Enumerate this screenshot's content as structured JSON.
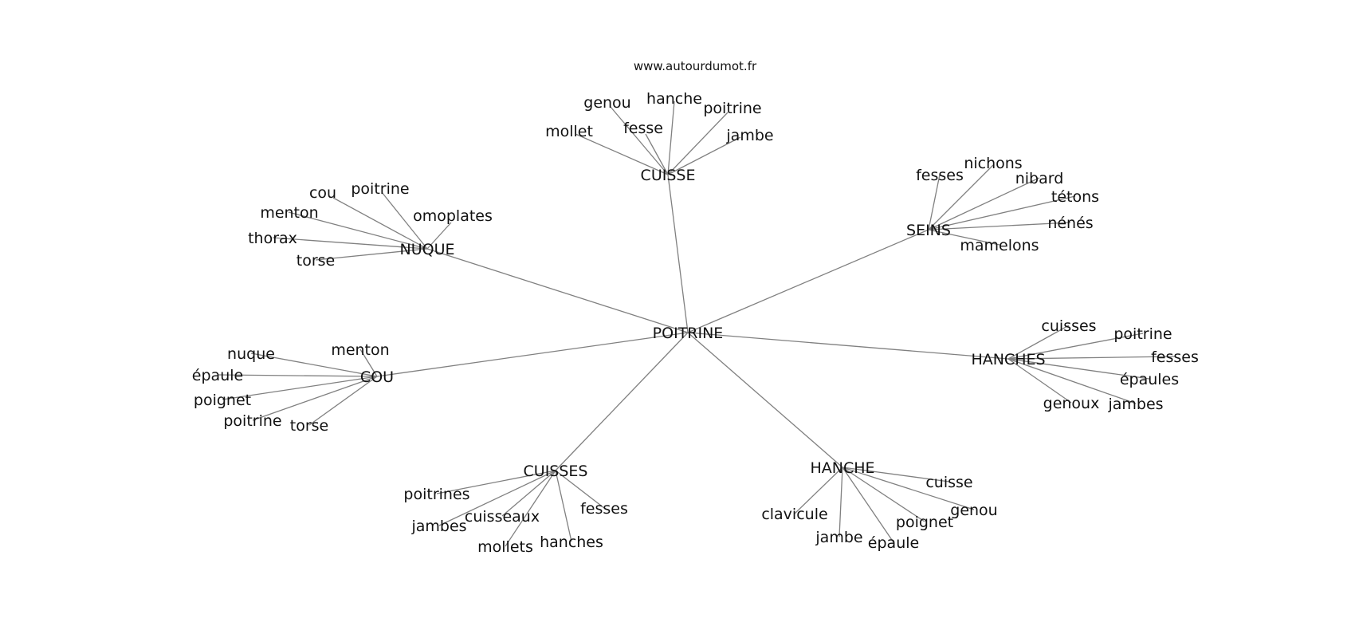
{
  "source_url": "www.autourdumot.fr",
  "center": "POITRINE",
  "groups": [
    {
      "id": "cuisse",
      "label": "CUISSE",
      "words": [
        "genou",
        "hanche",
        "poitrine",
        "mollet",
        "fesse",
        "jambe"
      ]
    },
    {
      "id": "nuque",
      "label": "NUQUE",
      "words": [
        "cou",
        "poitrine",
        "omoplates",
        "menton",
        "thorax",
        "torse"
      ]
    },
    {
      "id": "seins",
      "label": "SEINS",
      "words": [
        "nichons",
        "fesses",
        "nibard",
        "tétons",
        "nénés",
        "mamelons"
      ]
    },
    {
      "id": "hanches",
      "label": "HANCHES",
      "words": [
        "cuisses",
        "poitrine",
        "fesses",
        "épaules",
        "genoux",
        "jambes"
      ]
    },
    {
      "id": "cou",
      "label": "COU",
      "words": [
        "nuque",
        "menton",
        "épaule",
        "poignet",
        "poitrine",
        "torse"
      ]
    },
    {
      "id": "cuisses",
      "label": "CUISSES",
      "words": [
        "poitrines",
        "fesses",
        "jambes",
        "cuisseaux",
        "mollets",
        "hanches"
      ]
    },
    {
      "id": "hanche",
      "label": "HANCHE",
      "words": [
        "cuisse",
        "clavicule",
        "genou",
        "poignet",
        "jambe",
        "épaule"
      ]
    }
  ]
}
